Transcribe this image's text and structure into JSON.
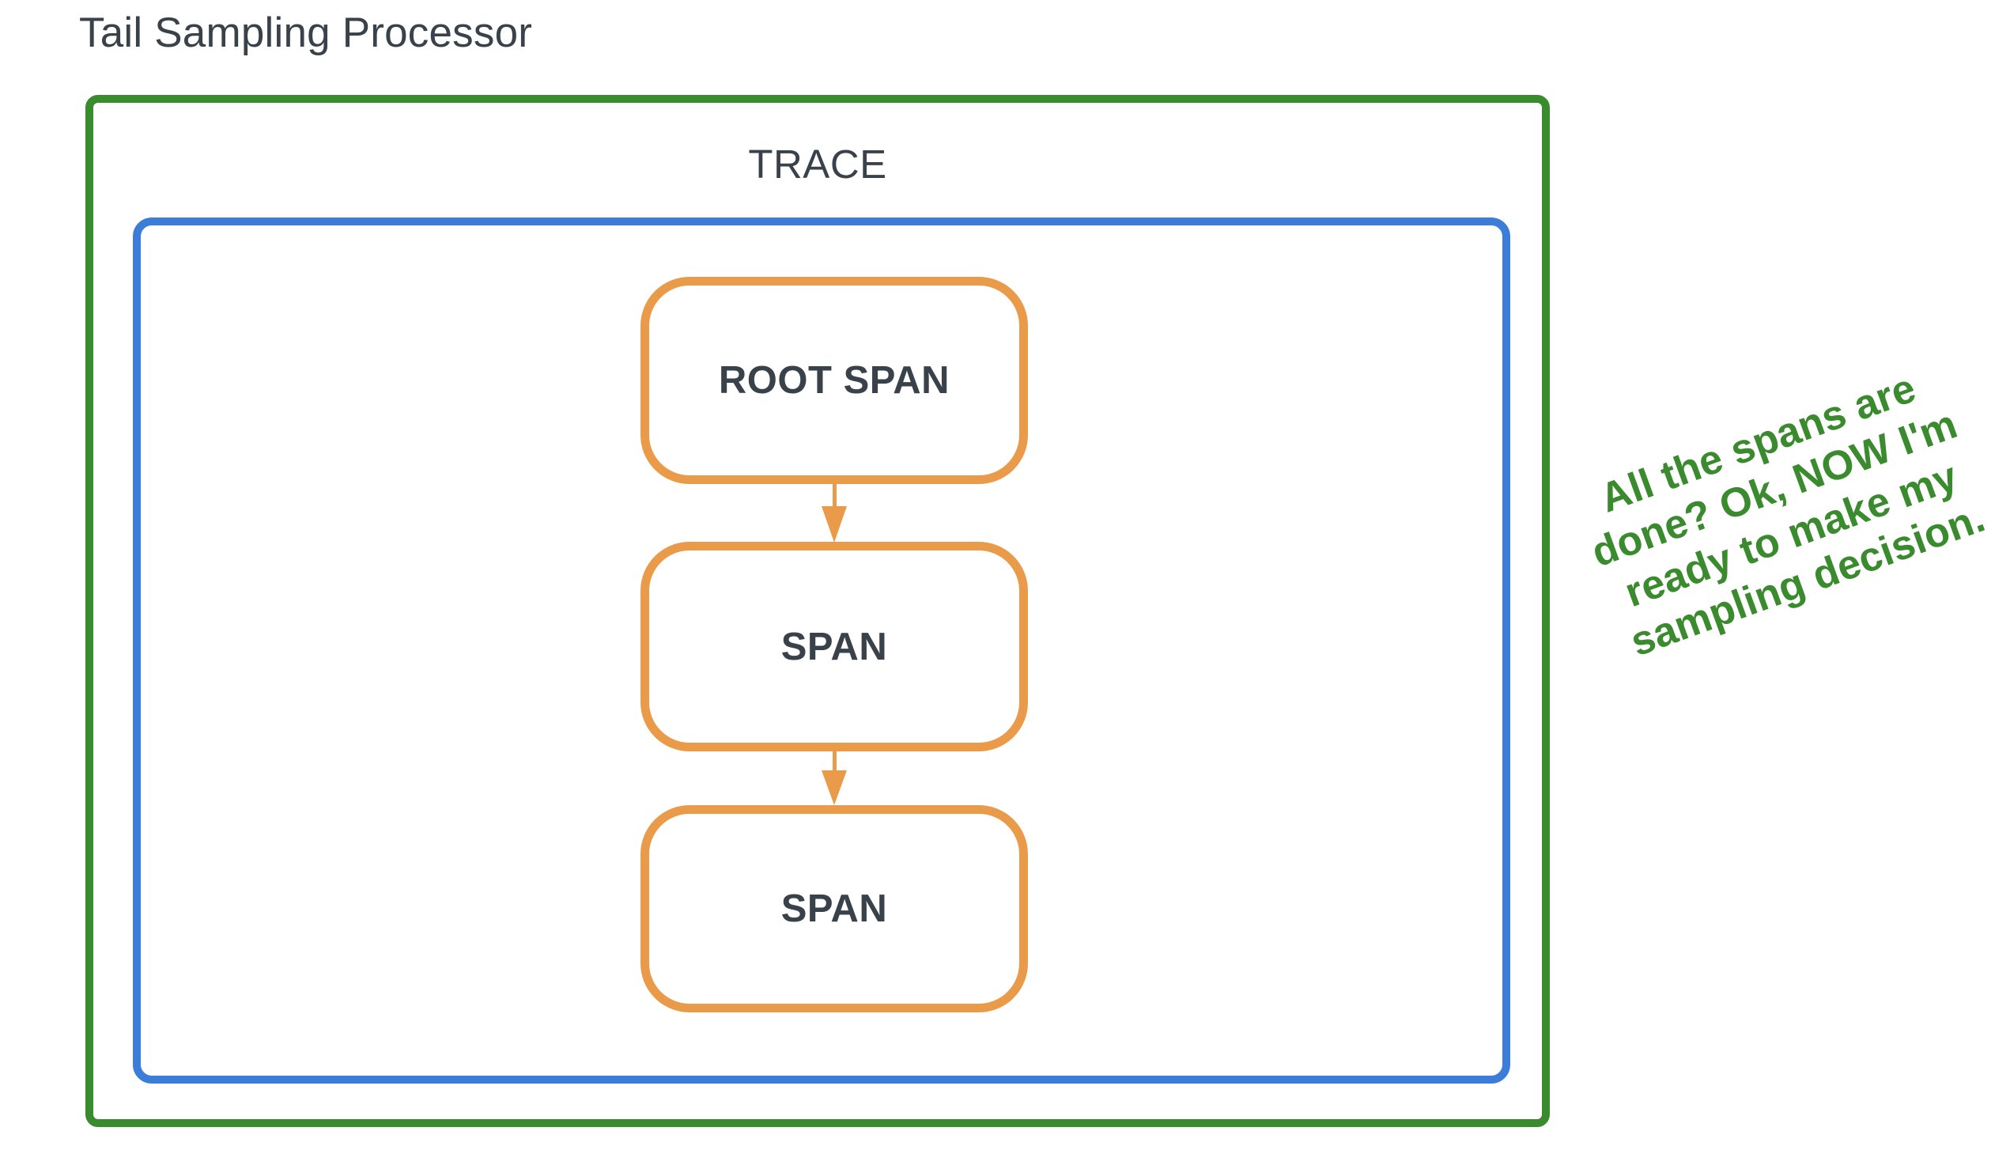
{
  "diagram": {
    "title": "Tail Sampling Processor",
    "trace_label": "TRACE",
    "spans": [
      {
        "label": "ROOT SPAN"
      },
      {
        "label": "SPAN"
      },
      {
        "label": "SPAN"
      }
    ],
    "annotation": "All the spans are done? Ok, NOW I'm ready to make my sampling decision.",
    "colors": {
      "processor_border": "#3a8a2e",
      "trace_border": "#3b7dd8",
      "span_border": "#ea9b4a",
      "text": "#39414a",
      "annotation_text": "#3a8a2e",
      "background": "#ffffff"
    }
  }
}
